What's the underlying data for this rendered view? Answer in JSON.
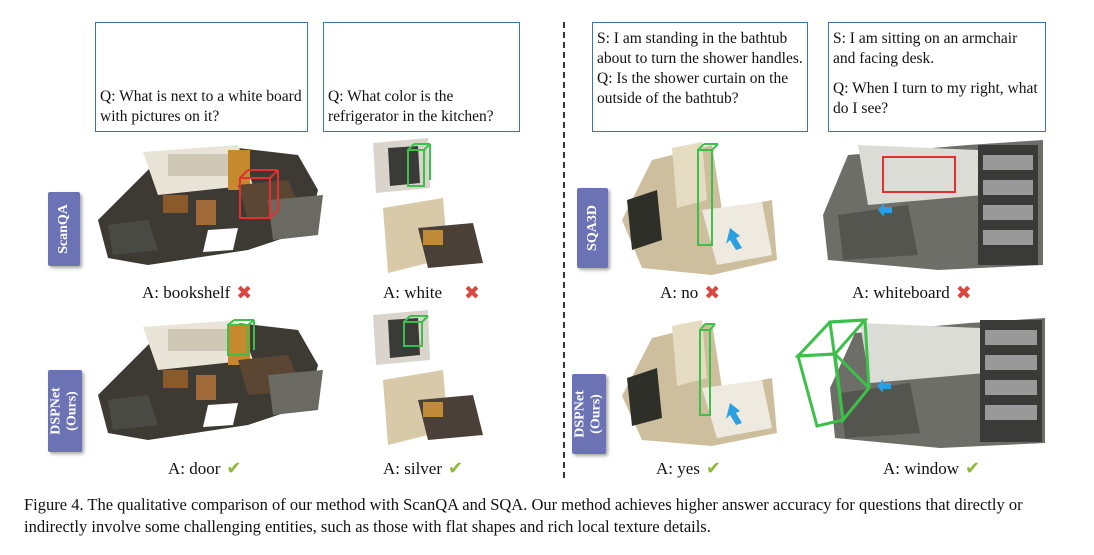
{
  "left": {
    "questions": [
      "Q: What is next to a white board with pictures on it?",
      "Q: What color is the refrigerator in the kitchen?"
    ],
    "row_labels": [
      "ScanQA",
      "DSPNet (Ours)"
    ],
    "row_label_lines": [
      [
        "ScanQA"
      ],
      [
        "DSPNet",
        "(Ours)"
      ]
    ],
    "baseline_answers": [
      "A: bookshelf",
      "A: white"
    ],
    "ours_answers": [
      "A: door",
      "A: silver"
    ]
  },
  "right": {
    "situations": [
      "S: I am standing in the bathtub about to turn the shower handles.",
      "S: I am sitting on an armchair and facing desk."
    ],
    "questions": [
      "Q: Is the shower curtain on the outside of the bathtub?",
      "Q: When I turn to my right, what do I see?"
    ],
    "row_labels": [
      "SQA3D",
      "DSPNet (Ours)"
    ],
    "row_label_lines": [
      [
        "SQA3D"
      ],
      [
        "DSPNet",
        "(Ours)"
      ]
    ],
    "baseline_answers": [
      "A: no",
      "A: whiteboard"
    ],
    "ours_answers": [
      "A: yes",
      "A: window"
    ]
  },
  "marks": {
    "wrong": "✖",
    "right": "✔"
  },
  "colors": {
    "box_border": "#3a73b8",
    "tab": "#6b73b5",
    "wrong": "#d9473f",
    "right": "#8fb83a",
    "bbox_red": "#e03030",
    "bbox_green": "#3cc04a",
    "arrow": "#2aa0e0"
  },
  "caption": "Figure 4. The qualitative comparison of our method with ScanQA and SQA. Our method achieves higher answer accuracy for questions that directly or indirectly involve some challenging entities, such as those with flat shapes and rich local texture details."
}
